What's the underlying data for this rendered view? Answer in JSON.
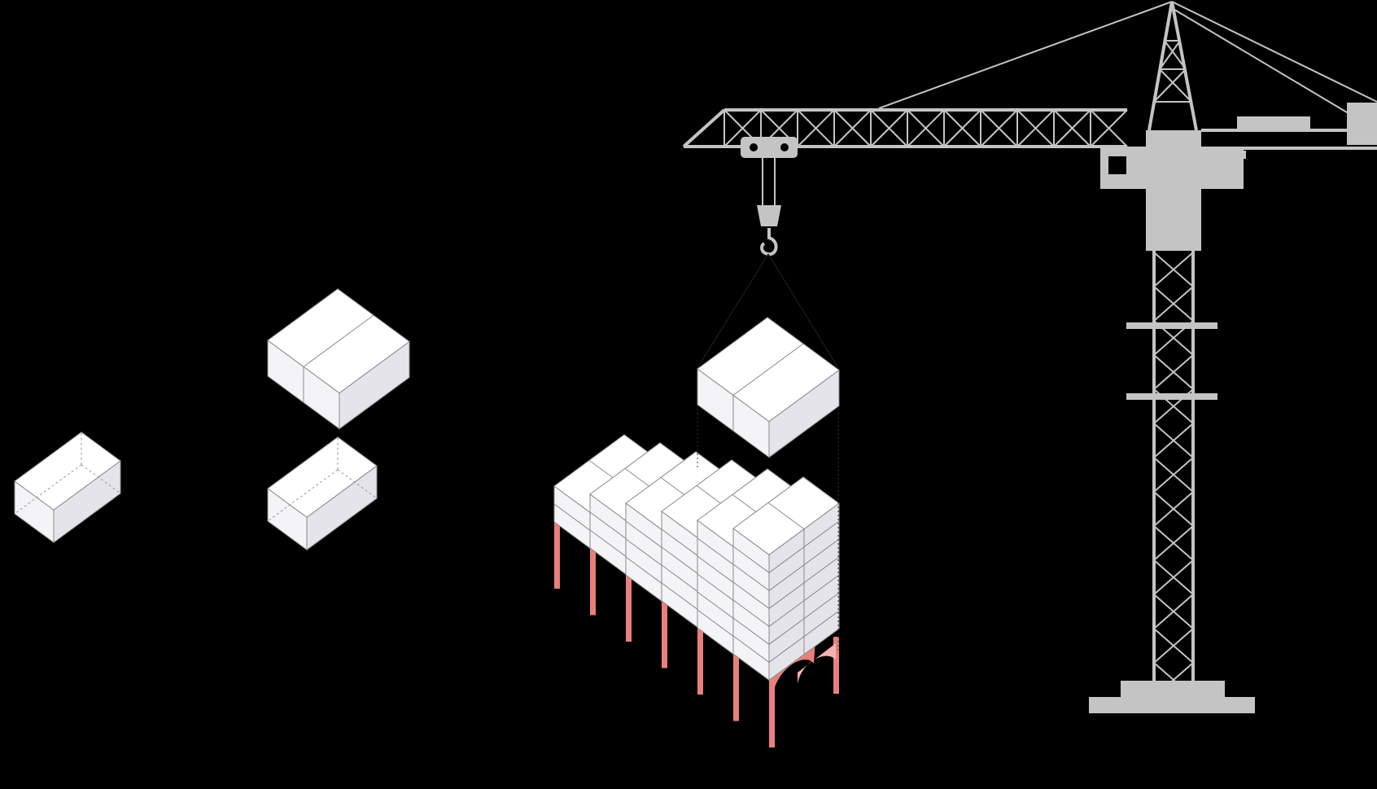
{
  "colors": {
    "background": "#000000",
    "crane": "#c4c4c4",
    "module_top": "#ffffff",
    "module_front": "#f4f4f6",
    "module_side": "#e4e4ea",
    "module_edge": "#8a8a8a",
    "arcade": "#e8807d",
    "arcade_shade": "#f4b2ad",
    "rigging": "#1a1a1a"
  },
  "diagram": {
    "scene_label": "",
    "parts": [
      {
        "id": "single-module",
        "icon": "unit-box"
      },
      {
        "id": "double-module",
        "icon": "paired-box"
      },
      {
        "id": "half-module",
        "icon": "split-box"
      },
      {
        "id": "hoisted-module",
        "icon": "lifted-box"
      },
      {
        "id": "stacked-building",
        "icon": "module-stack"
      },
      {
        "id": "arcade-base",
        "icon": "arch-colonnade"
      },
      {
        "id": "tower-crane",
        "icon": "crane-icon"
      }
    ]
  }
}
